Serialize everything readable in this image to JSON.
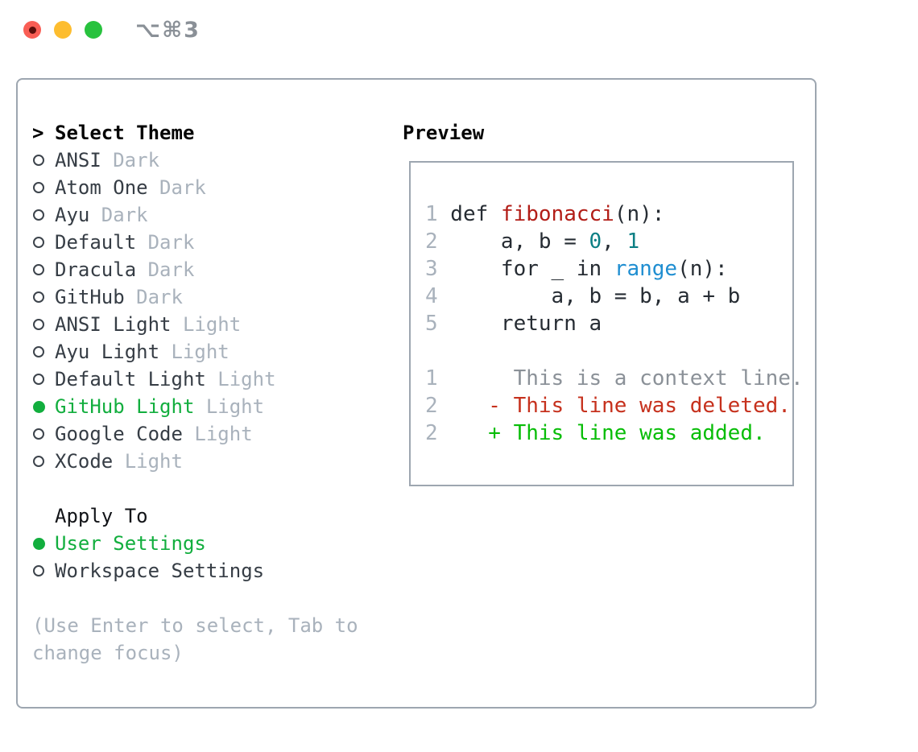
{
  "window": {
    "title": "⌥⌘3",
    "traffic_lights": [
      "close",
      "minimize",
      "zoom"
    ]
  },
  "colors": {
    "accent_green": "#12ae3e",
    "panel_border": "#9da6b0",
    "muted_gray": "#a9b2bc",
    "item_text": "#363d45",
    "traffic_red": "#f95e55",
    "traffic_yellow": "#fdbd2f",
    "traffic_green": "#28c23e"
  },
  "theme_picker": {
    "focus_indicator": ">",
    "title": "Select Theme",
    "items": [
      {
        "name": "ANSI",
        "variant": "Dark",
        "selected": false,
        "slug": "ansi-dark"
      },
      {
        "name": "Atom One",
        "variant": "Dark",
        "selected": false,
        "slug": "atom-one-dark"
      },
      {
        "name": "Ayu",
        "variant": "Dark",
        "selected": false,
        "slug": "ayu-dark"
      },
      {
        "name": "Default",
        "variant": "Dark",
        "selected": false,
        "slug": "default-dark"
      },
      {
        "name": "Dracula",
        "variant": "Dark",
        "selected": false,
        "slug": "dracula-dark"
      },
      {
        "name": "GitHub",
        "variant": "Dark",
        "selected": false,
        "slug": "github-dark"
      },
      {
        "name": "ANSI Light",
        "variant": "Light",
        "selected": false,
        "slug": "ansi-light"
      },
      {
        "name": "Ayu Light",
        "variant": "Light",
        "selected": false,
        "slug": "ayu-light"
      },
      {
        "name": "Default Light",
        "variant": "Light",
        "selected": false,
        "slug": "default-light"
      },
      {
        "name": "GitHub Light",
        "variant": "Light",
        "selected": true,
        "slug": "github-light"
      },
      {
        "name": "Google Code",
        "variant": "Light",
        "selected": false,
        "slug": "google-code-light"
      },
      {
        "name": "XCode",
        "variant": "Light",
        "selected": false,
        "slug": "xcode-light"
      }
    ],
    "apply_to": {
      "title": "Apply To",
      "options": [
        {
          "label": "User Settings",
          "selected": true,
          "slug": "user-settings"
        },
        {
          "label": "Workspace Settings",
          "selected": false,
          "slug": "workspace-settings"
        }
      ]
    },
    "hint_lines": [
      "(Use Enter to select, Tab to",
      "change focus)"
    ]
  },
  "preview": {
    "title": "Preview",
    "token_colors": {
      "lnum": "#a9b2bc",
      "default": "#262c33",
      "function": "#b21d17",
      "number": "#0c7f84",
      "builtin": "#1f8ed1",
      "context": "#8b9198",
      "deleted": "#c6311d",
      "added": "#08bd08"
    },
    "lines": [
      {
        "tokens": [
          [
            "1",
            "lnum"
          ],
          [
            " def ",
            "default"
          ],
          [
            "fibonacci",
            "function"
          ],
          [
            "(n):",
            "default"
          ]
        ]
      },
      {
        "tokens": [
          [
            "2",
            "lnum"
          ],
          [
            "     a, b = ",
            "default"
          ],
          [
            "0",
            "number"
          ],
          [
            ", ",
            "default"
          ],
          [
            "1",
            "number"
          ]
        ]
      },
      {
        "tokens": [
          [
            "3",
            "lnum"
          ],
          [
            "     for _ in ",
            "default"
          ],
          [
            "range",
            "builtin"
          ],
          [
            "(n):",
            "default"
          ]
        ]
      },
      {
        "tokens": [
          [
            "4",
            "lnum"
          ],
          [
            "         a, b = b, a + b",
            "default"
          ]
        ]
      },
      {
        "tokens": [
          [
            "5",
            "lnum"
          ],
          [
            "     return a",
            "default"
          ]
        ]
      },
      {
        "tokens": []
      },
      {
        "tokens": [
          [
            "1",
            "lnum"
          ],
          [
            "      This is a context line.",
            "context"
          ]
        ]
      },
      {
        "tokens": [
          [
            "2",
            "lnum"
          ],
          [
            "    - This line was deleted.",
            "deleted"
          ]
        ]
      },
      {
        "tokens": [
          [
            "2",
            "lnum"
          ],
          [
            "    + This line was added.",
            "added"
          ]
        ]
      }
    ]
  }
}
